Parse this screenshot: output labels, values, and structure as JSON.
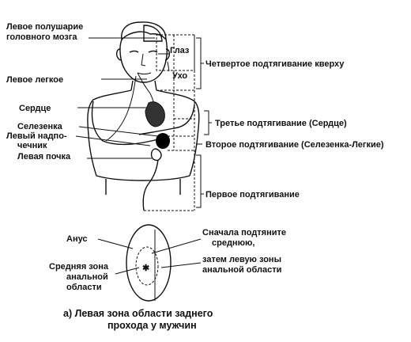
{
  "labels": {
    "brain_line1": "Левое полушарие",
    "brain_line2": "головного мозга",
    "lung": "Левое легкое",
    "heart": "Сердце",
    "spleen": "Селезенка",
    "adrenal_line1": "Левый надпо-",
    "adrenal_line2": "чечник",
    "kidney": "Левая почка",
    "eye": "Глаз",
    "ear": "Ухо",
    "fourth": "Четвертое подтягивание кверху",
    "third": "Третье подтягивание (Сердце)",
    "second": "Второе подтягивание (Селезенка-Легкие)",
    "first": "Первое подтягивание",
    "anus": "Анус",
    "middle_line1": "Средняя зона",
    "middle_line2": "анальной",
    "middle_line3": "области",
    "pull_line1": "Сначала подтяните",
    "pull_line2": "среднюю,",
    "left_line1": "затем левую зоны",
    "left_line2": "анальной области"
  },
  "caption": {
    "line1": "а) Левая зона области заднего",
    "line2": "прохода у мужчин"
  }
}
